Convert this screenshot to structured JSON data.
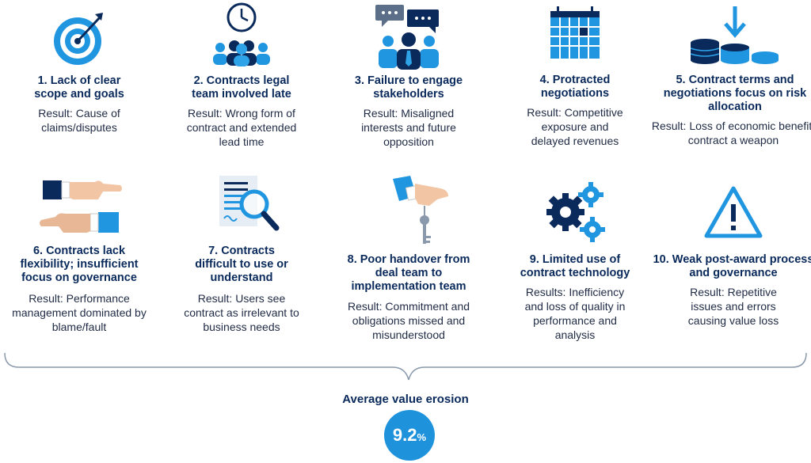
{
  "items": [
    {
      "title": "1. Lack of clear scope and goals",
      "result": "Result: Cause of claims/disputes",
      "icon": "target-icon"
    },
    {
      "title": "2. Contracts legal team involved late",
      "result": "Result: Wrong form of contract and extended lead time",
      "icon": "clock-team-icon"
    },
    {
      "title": "3. Failure to engage stakeholders",
      "result": "Result: Misaligned interests and future opposition",
      "icon": "stakeholders-icon"
    },
    {
      "title": "4. Protracted negotiations",
      "result": "Result: Competitive exposure and delayed revenues",
      "icon": "calendar-icon"
    },
    {
      "title": "5. Contract terms and negotiations focus on risk allocation",
      "result": "Result: Loss of economic benefit; contract a weapon",
      "icon": "coins-icon"
    },
    {
      "title": "6. Contracts lack flexibility; insufficient focus on governance",
      "result": "Result: Performance management dominated by blame/fault",
      "icon": "pointing-hands-icon"
    },
    {
      "title": "7. Contracts difficult to use or understand",
      "result": "Result: Users see contract as irrelevant to business needs",
      "icon": "document-magnifier-icon"
    },
    {
      "title": "8. Poor handover from deal team to implementation team",
      "result": "Result: Commitment and obligations missed and misunderstood",
      "icon": "key-handover-icon"
    },
    {
      "title": "9. Limited use of contract technology",
      "result": "Results: Inefficiency and loss of quality in performance and analysis",
      "icon": "gears-icon"
    },
    {
      "title": "10. Weak post-award process and governance",
      "result": "Result: Repetitive issues and errors causing value loss",
      "icon": "warning-icon"
    }
  ],
  "summary": {
    "label": "Average value erosion",
    "value": "9.2",
    "unit": "%"
  },
  "colors": {
    "dark_blue": "#0a2a5c",
    "mid_blue": "#1e93dc",
    "light_blue": "#2ea3e8"
  }
}
